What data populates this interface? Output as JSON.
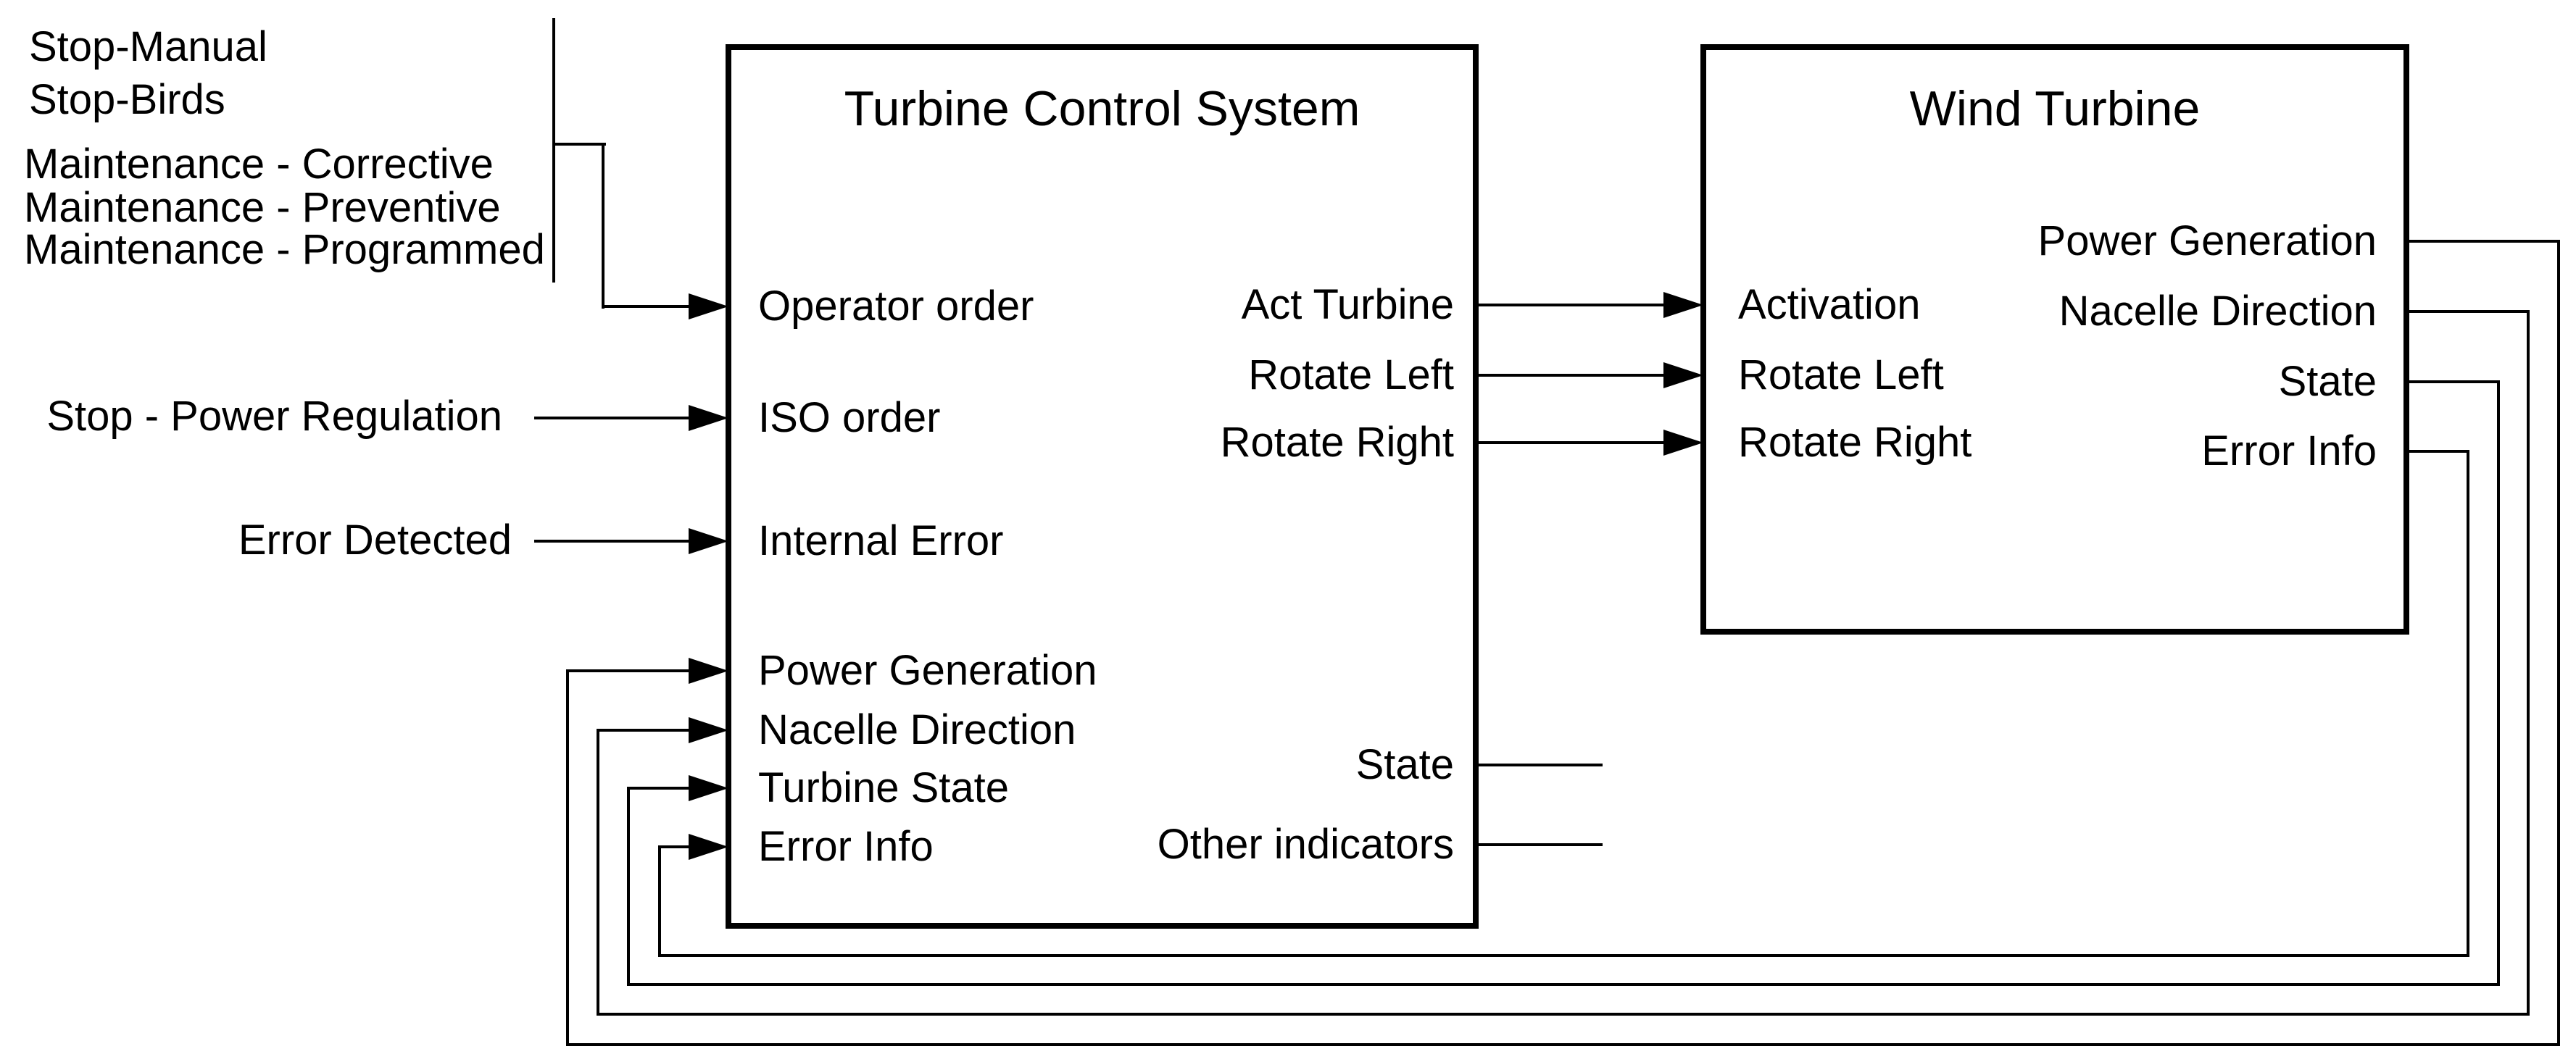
{
  "diagram": {
    "background_color": "#ffffff",
    "line_color": "#000000",
    "text_color": "#000000",
    "external_inputs": {
      "operator_orders": [
        "Stop-Manual",
        "Stop-Birds",
        "Maintenance - Corrective",
        "Maintenance - Preventive",
        "Maintenance - Programmed"
      ],
      "iso_order_source": "Stop - Power Regulation",
      "internal_error_source": "Error Detected"
    },
    "turbine_control_system": {
      "title": "Turbine Control System",
      "inputs": [
        "Operator order",
        "ISO order",
        "Internal Error",
        "Power Generation",
        "Nacelle Direction",
        "Turbine State",
        "Error Info"
      ],
      "outputs": [
        "Act Turbine",
        "Rotate Left",
        "Rotate Right",
        "State",
        "Other indicators"
      ]
    },
    "wind_turbine": {
      "title": "Wind Turbine",
      "inputs": [
        "Activation",
        "Rotate Left",
        "Rotate Right"
      ],
      "outputs": [
        "Power Generation",
        "Nacelle Direction",
        "State",
        "Error Info"
      ]
    }
  }
}
